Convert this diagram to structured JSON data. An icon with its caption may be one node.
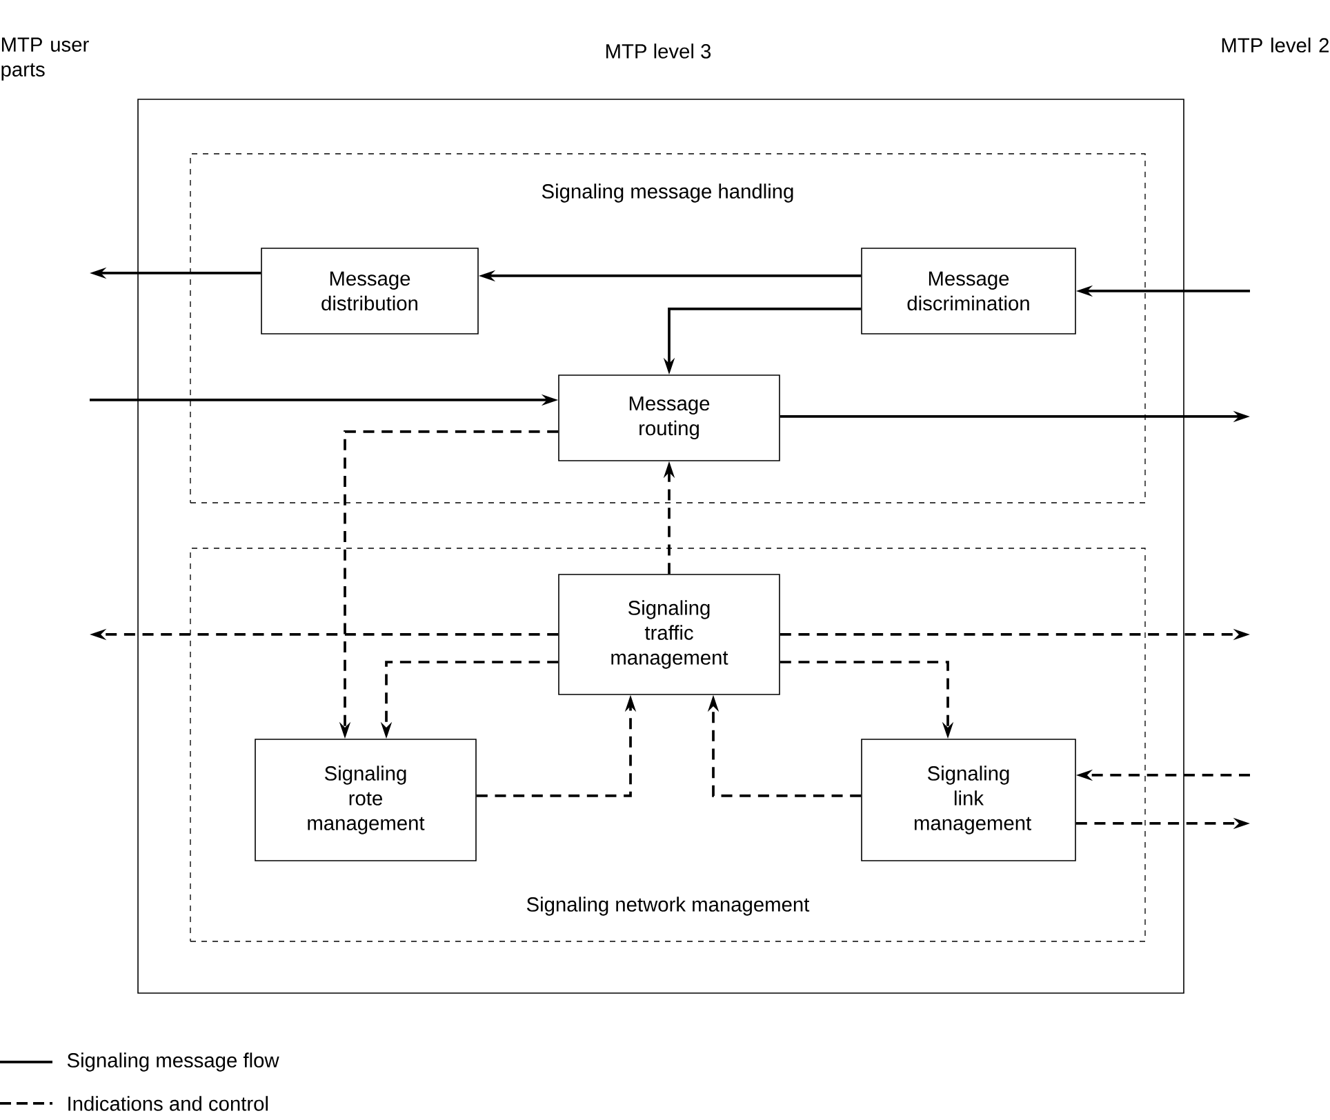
{
  "diagram": {
    "nodes": [
      {
        "text": [
          "MTP level 3"
        ]
      },
      {
        "text": [
          "Signaling message handling"
        ],
        "in": 0
      },
      {
        "text": [
          "Message distribution"
        ],
        "in": 1
      },
      {
        "text": [
          "Message discrimination"
        ],
        "in": 1
      },
      {
        "text": [
          "Message routing"
        ],
        "in": 1
      },
      {
        "text": [
          "Signaling network management"
        ],
        "in": 0
      },
      {
        "text": [
          "Signaling traffic management"
        ],
        "in": 5
      },
      {
        "text": [
          "Signaling rote management"
        ],
        "in": 5
      },
      {
        "text": [
          "Signaling link management"
        ],
        "in": 5
      }
    ],
    "edges": [
      {
        "from": 3,
        "to": 2,
        "arrow": "to"
      },
      {
        "from": 2,
        "to": null,
        "arrow": "to"
      },
      {
        "from": null,
        "to": 3,
        "arrow": "to"
      },
      {
        "from": 3,
        "to": 4,
        "arrow": "to"
      },
      {
        "from": null,
        "to": 4,
        "arrow": "to"
      },
      {
        "from": 4,
        "to": null,
        "arrow": "to"
      },
      {
        "from": 4,
        "to": 7,
        "arrow": "to",
        "style": "dashed"
      },
      {
        "from": 6,
        "to": 4,
        "arrow": "to",
        "style": "dashed"
      },
      {
        "from": 6,
        "to": null,
        "arrow": "to",
        "style": "dashed"
      },
      {
        "from": 6,
        "to": null,
        "arrow": "to",
        "style": "dashed"
      },
      {
        "from": 6,
        "to": 7,
        "arrow": "to",
        "style": "dashed"
      },
      {
        "from": 6,
        "to": 8,
        "arrow": "to",
        "style": "dashed"
      },
      {
        "from": 7,
        "to": 6,
        "arrow": "to",
        "style": "dashed"
      },
      {
        "from": 8,
        "to": 6,
        "arrow": "to",
        "style": "dashed"
      },
      {
        "from": null,
        "to": 8,
        "arrow": "to",
        "style": "dashed"
      },
      {
        "from": 8,
        "to": null,
        "arrow": "to",
        "style": "dashed"
      }
    ],
    "labels": [
      "MTP user parts",
      "MTP level 2"
    ],
    "legend": [
      {
        "text": "Signaling message flow"
      },
      {
        "text": "Indications and control"
      }
    ]
  }
}
